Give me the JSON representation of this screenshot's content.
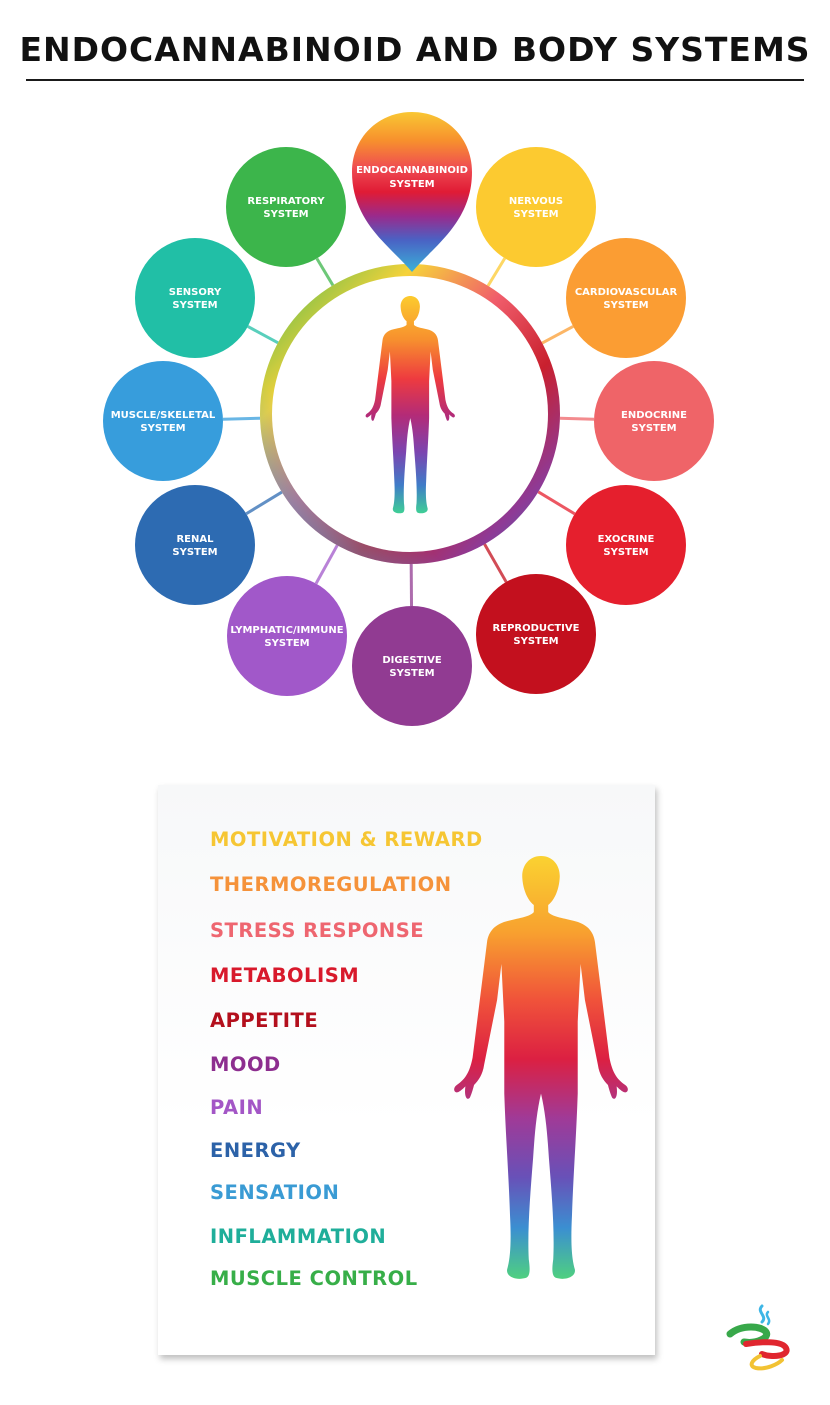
{
  "title": "ENDOCANNABINOID AND BODY SYSTEMS",
  "wheel": {
    "hub": {
      "line1": "ENDOCANNABINOID",
      "line2": "SYSTEM",
      "icon": "map-pin-drop-icon"
    },
    "center_icon": "human-body-icon",
    "systems": [
      {
        "id": "nervous",
        "line1": "NERVOUS",
        "line2": "SYSTEM",
        "color": "#fcca30"
      },
      {
        "id": "cardiovascular",
        "line1": "CARDIOVASCULAR",
        "line2": "SYSTEM",
        "color": "#fb9d33"
      },
      {
        "id": "endocrine",
        "line1": "ENDOCRINE",
        "line2": "SYSTEM",
        "color": "#ef6468"
      },
      {
        "id": "exocrine",
        "line1": "EXOCRINE",
        "line2": "SYSTEM",
        "color": "#e51f2d"
      },
      {
        "id": "reproductive",
        "line1": "REPRODUCTIVE",
        "line2": "SYSTEM",
        "color": "#c3101e"
      },
      {
        "id": "digestive",
        "line1": "DIGESTIVE",
        "line2": "SYSTEM",
        "color": "#913b92"
      },
      {
        "id": "lymphatic",
        "line1": "LYMPHATIC/IMMUNE",
        "line2": "SYSTEM",
        "color": "#a158c9"
      },
      {
        "id": "renal",
        "line1": "RENAL",
        "line2": "SYSTEM",
        "color": "#2d6bb2"
      },
      {
        "id": "muscle-skeletal",
        "line1": "MUSCLE/SKELETAL",
        "line2": "SYSTEM",
        "color": "#379ddc"
      },
      {
        "id": "sensory",
        "line1": "SENSORY",
        "line2": "SYSTEM",
        "color": "#21bfa6"
      },
      {
        "id": "respiratory",
        "line1": "RESPIRATORY",
        "line2": "SYSTEM",
        "color": "#3cb54b"
      }
    ]
  },
  "effects": [
    {
      "label": "MOTIVATION & REWARD",
      "color": "#f6c633"
    },
    {
      "label": "THERMOREGULATION",
      "color": "#f5923a"
    },
    {
      "label": "STRESS RESPONSE",
      "color": "#ee6670"
    },
    {
      "label": "METABOLISM",
      "color": "#d8192b"
    },
    {
      "label": "APPETITE",
      "color": "#b30f1c"
    },
    {
      "label": "MOOD",
      "color": "#8d2e8f"
    },
    {
      "label": "PAIN",
      "color": "#a356c6"
    },
    {
      "label": "ENERGY",
      "color": "#2c62a8"
    },
    {
      "label": "SENSATION",
      "color": "#3a9bd4"
    },
    {
      "label": "INFLAMMATION",
      "color": "#1fae9a"
    },
    {
      "label": "MUSCLE CONTROL",
      "color": "#37ae48"
    }
  ],
  "logo_icon": "cannabis-leaf-swirl-logo-icon"
}
